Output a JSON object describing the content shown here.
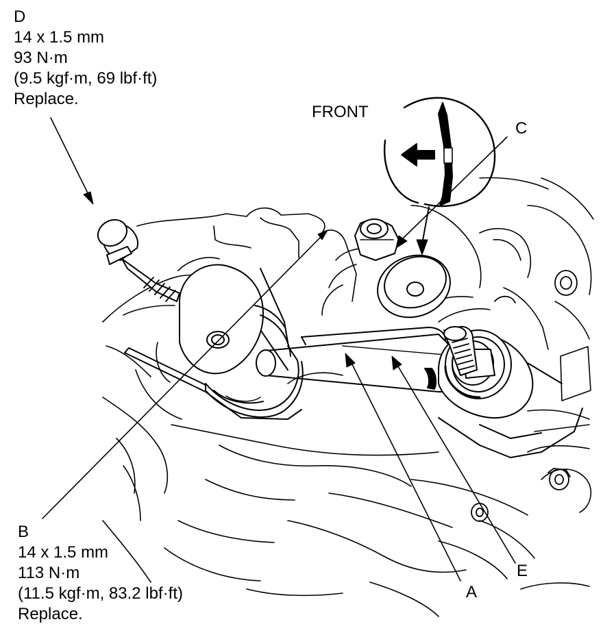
{
  "labels": {
    "A": "A",
    "B": "B",
    "C": "C",
    "D": "D",
    "E": "E",
    "front": "FRONT"
  },
  "callout_D": {
    "size": "14 x 1.5 mm",
    "torque": "93 N·m",
    "torque_alt": "(9.5 kgf·m, 69 lbf·ft)",
    "note": "Replace."
  },
  "callout_B": {
    "size": "14 x 1.5 mm",
    "torque": "113 N·m",
    "torque_alt": "(11.5 kgf·m, 83.2 lbf·ft)",
    "note": "Replace."
  }
}
